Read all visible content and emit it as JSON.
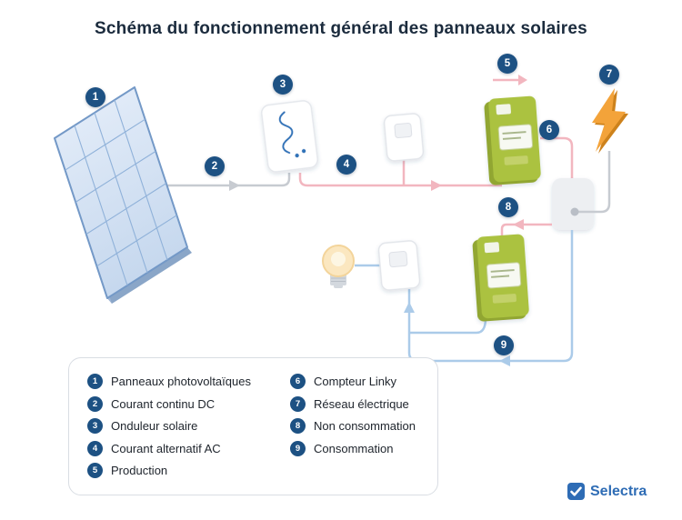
{
  "title": "Schéma du fonctionnement général des panneaux solaires",
  "diagram_badges": [
    "1",
    "2",
    "3",
    "4",
    "5",
    "6",
    "7",
    "8",
    "9"
  ],
  "legend": {
    "col1": [
      {
        "num": "1",
        "label": "Panneaux photovoltaïques"
      },
      {
        "num": "2",
        "label": "Courant continu DC"
      },
      {
        "num": "3",
        "label": "Onduleur solaire"
      },
      {
        "num": "4",
        "label": "Courant alternatif AC"
      },
      {
        "num": "5",
        "label": "Production"
      }
    ],
    "col2": [
      {
        "num": "6",
        "label": "Compteur Linky"
      },
      {
        "num": "7",
        "label": "Réseau électrique"
      },
      {
        "num": "8",
        "label": "Non consommation"
      },
      {
        "num": "9",
        "label": "Consommation"
      }
    ]
  },
  "logo": {
    "text": "Selectra"
  },
  "colors": {
    "badge_navy": "#1d5183",
    "title_navy": "#1b2b3d",
    "dc_gray": "#c7cbd1",
    "ac_pink": "#f2b6bf",
    "consumption_blue": "#abcbe9",
    "meter_green": "#a9c13d",
    "bolt_orange": "#f3a33a",
    "bulb_yellow": "#fbe7c0",
    "panel_blue": "#cfdff2",
    "logo_blue": "#2e6cb5"
  }
}
